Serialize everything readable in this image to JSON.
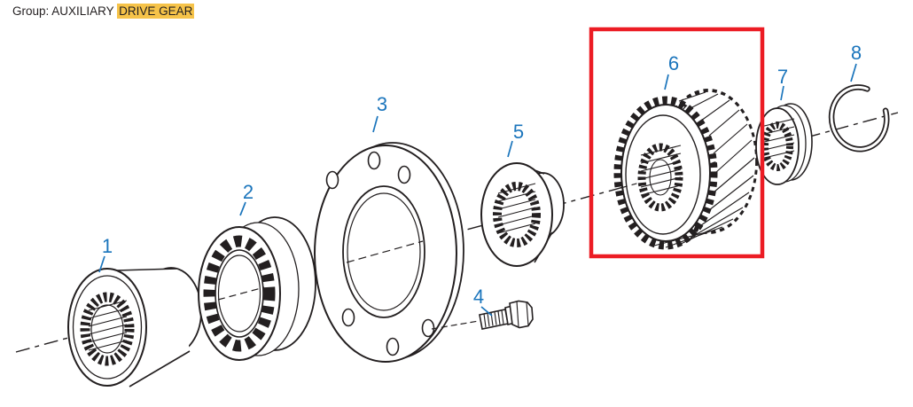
{
  "header": {
    "label": "Group:",
    "group_plain": "AUXILIARY",
    "group_highlighted": "DRIVE GEAR"
  },
  "selection": {
    "highlighted_part_number": "6"
  },
  "colors": {
    "line": "#231f20",
    "callout_blue": "#1b75bc",
    "highlight_yellow": "#f6c349",
    "selection_red": "#ec1c24",
    "background": "#ffffff"
  },
  "parts": [
    {
      "number": "1"
    },
    {
      "number": "2"
    },
    {
      "number": "3"
    },
    {
      "number": "4"
    },
    {
      "number": "5"
    },
    {
      "number": "6",
      "highlighted": true
    },
    {
      "number": "7"
    },
    {
      "number": "8"
    }
  ]
}
